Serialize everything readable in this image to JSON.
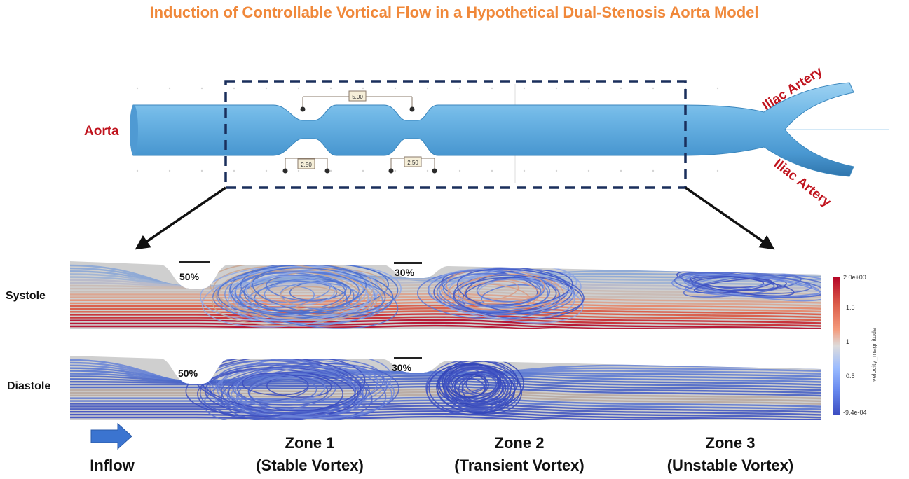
{
  "title": "Induction of Controllable Vortical Flow in a Hypothetical Dual-Stenosis Aorta Model",
  "colors": {
    "title": "#f0883a",
    "label_red": "#c0141e",
    "vessel": "#5aa9dc",
    "vessel_dark": "#3a86bd",
    "dashed_box": "#1a2f5c",
    "arrow_blue": "#3b74d0"
  },
  "geometry_labels": {
    "aorta": "Aorta",
    "iliac_top": "Iliac Artery",
    "iliac_bottom": "Iliac Artery",
    "dim_top": "5.00",
    "dim_left": "2.50",
    "dim_right": "2.50"
  },
  "flow_panels": {
    "systole": {
      "label": "Systole",
      "stenosis_1": "50%",
      "stenosis_2": "30%"
    },
    "diastole": {
      "label": "Diastole",
      "stenosis_1": "50%",
      "stenosis_2": "30%"
    }
  },
  "colorbar": {
    "max_label": "2.0e+00",
    "ticks": [
      "1.5",
      "1",
      "0.5"
    ],
    "min_label": "-9.4e-04",
    "title": "velocity_magnitude",
    "colors": [
      "#b40426",
      "#dc5d4a",
      "#f49a7b",
      "#dddcdc",
      "#9abbff",
      "#6788ee",
      "#3b4cc0"
    ]
  },
  "bottom_labels": {
    "inflow": "Inflow",
    "zone1_title": "Zone 1",
    "zone1_sub": "(Stable Vortex)",
    "zone2_title": "Zone 2",
    "zone2_sub": "(Transient Vortex)",
    "zone3_title": "Zone 3",
    "zone3_sub": "(Unstable Vortex)"
  }
}
